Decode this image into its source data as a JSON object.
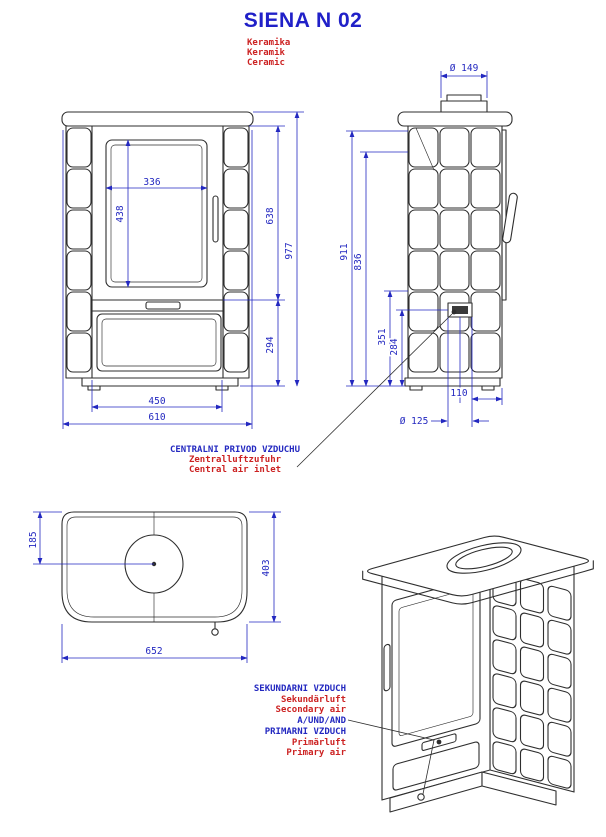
{
  "title": "SIENA N 02",
  "subtitle": {
    "cs": "Keramika",
    "de": "Keramik",
    "en": "Ceramic"
  },
  "front_view": {
    "glass_width_mm": "336",
    "glass_height_mm": "438",
    "firebox_section_height_mm": "638",
    "total_height_mm": "977",
    "base_section_height_mm": "294",
    "inner_width_mm": "450",
    "total_width_mm": "610"
  },
  "side_view": {
    "flue_collar_diameter": "Ø 149",
    "flue_center_height_mm": "911",
    "top_surface_height_mm": "836",
    "air_inlet_top_height_mm": "351",
    "air_inlet_center_height_mm": "284",
    "air_inlet_front_offset_mm": "110",
    "air_inlet_diameter": "Ø 125"
  },
  "top_view": {
    "flue_center_from_back_mm": "185",
    "depth_mm": "403",
    "width_mm": "652"
  },
  "central_air_label": {
    "cs": "CENTRALNI PRIVOD VZDUCHU",
    "de": "Zentralluftzufuhr",
    "en": "Central air inlet"
  },
  "air_labels": {
    "secondary_cs": "SEKUNDARNI VZDUCH",
    "secondary_de": "Sekundärluft",
    "secondary_en": "Secondary air",
    "conjunction": "A/UND/AND",
    "primary_cs": "PRIMARNI VZDUCH",
    "primary_de": "Primärluft",
    "primary_en": "Primary air"
  },
  "colors": {
    "dimension_blue": "#2328c0",
    "label_red": "#cc2222",
    "title_blue": "#2020c8",
    "line_dark": "#2e2e2e"
  }
}
